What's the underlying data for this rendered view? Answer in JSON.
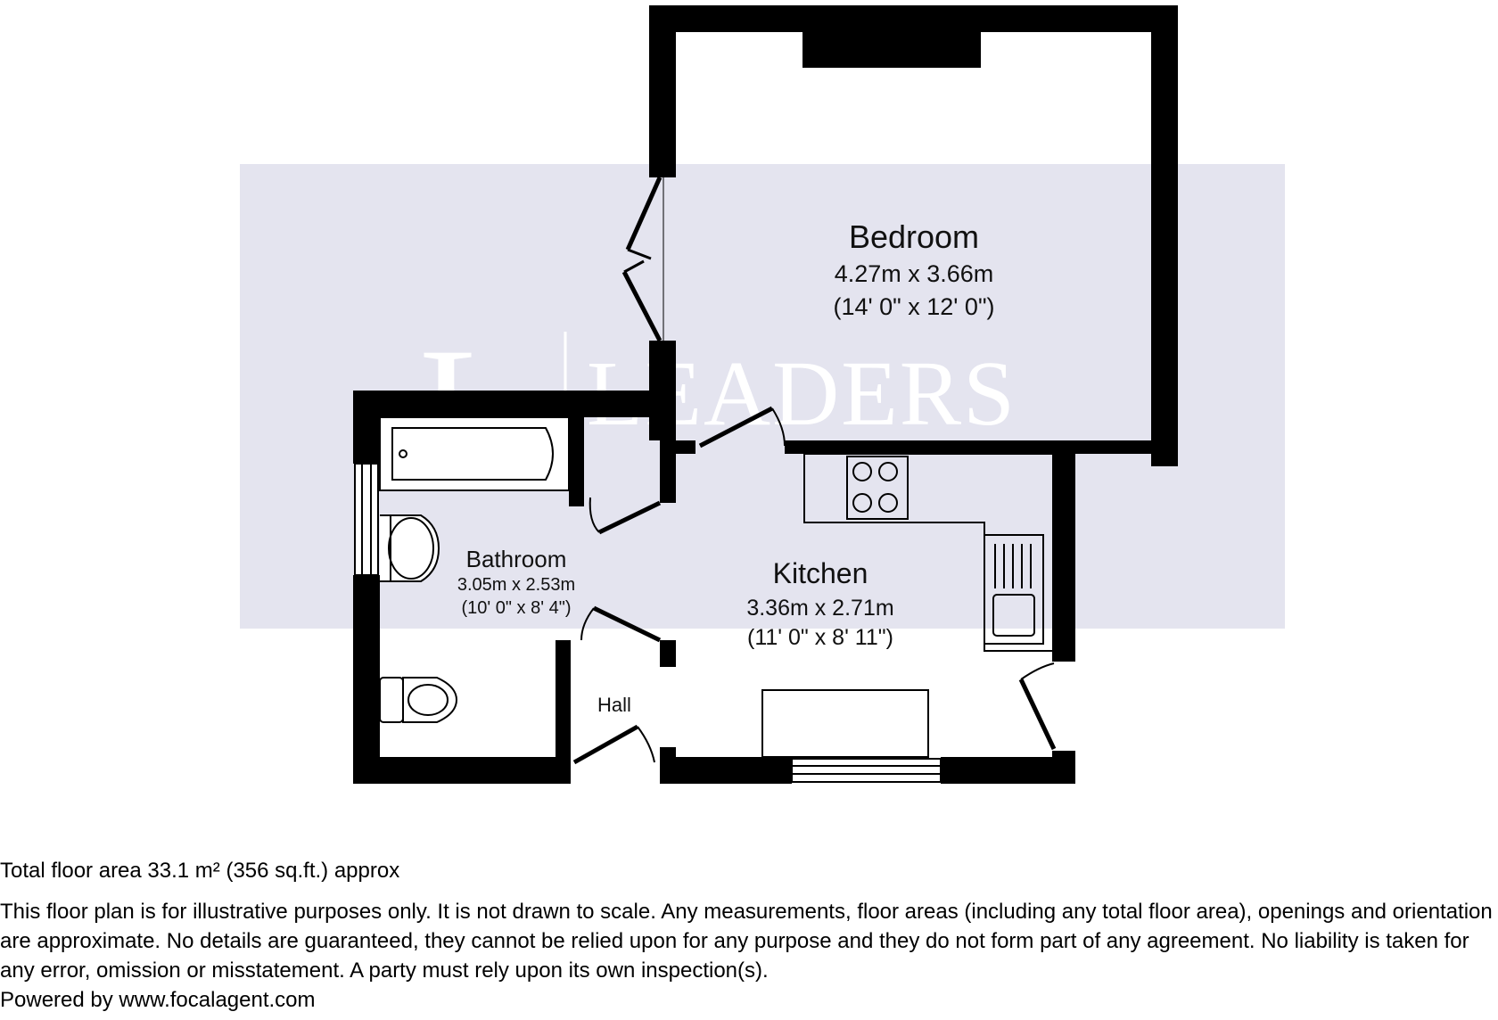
{
  "watermark": {
    "initial": "L",
    "name": "LEADERS"
  },
  "rooms": {
    "bedroom": {
      "name": "Bedroom",
      "metric": "4.27m x 3.66m",
      "imperial": "(14' 0\" x 12' 0\")"
    },
    "bathroom": {
      "name": "Bathroom",
      "metric": "3.05m x 2.53m",
      "imperial": "(10' 0\" x 8' 4\")"
    },
    "kitchen": {
      "name": "Kitchen",
      "metric": "3.36m x 2.71m",
      "imperial": "(11' 0\" x 8' 11\")"
    },
    "hall": {
      "name": "Hall"
    }
  },
  "footer": {
    "total_area": "Total floor area 33.1 m² (356 sq.ft.) approx",
    "disclaimer": "This floor plan is for illustrative purposes only. It is not drawn to scale. Any measurements, floor areas (including any total floor area), openings and orientation are approximate. No details are guaranteed, they cannot be relied upon for any purpose and they do not form part of any agreement. No liability is taken for any error, omission or misstatement. A party must rely upon its own inspection(s).",
    "powered_by": "Powered by www.focalagent.com"
  },
  "colors": {
    "wall": "#000000",
    "watermark_band": "#e4e4ef",
    "background": "#ffffff"
  }
}
